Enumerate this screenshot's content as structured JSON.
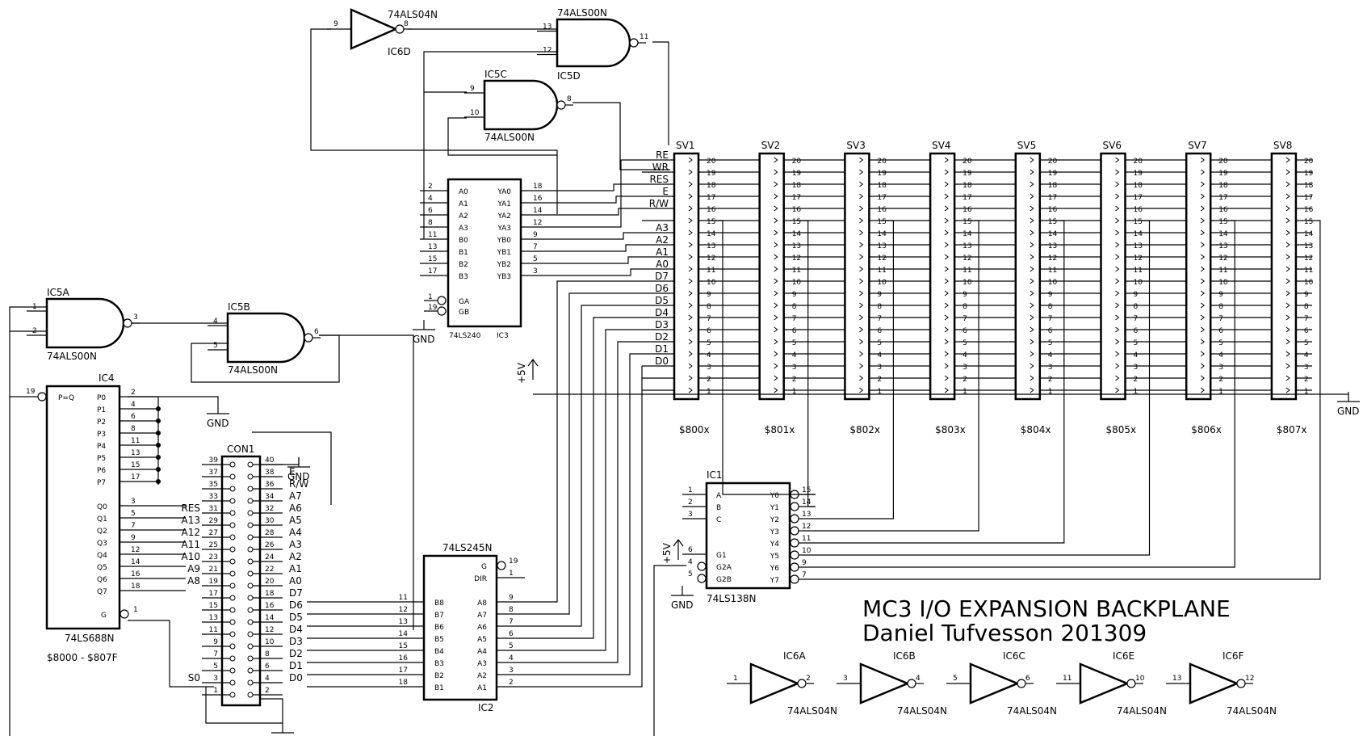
{
  "title": {
    "line1": "MC3 I/O EXPANSION BACKPLANE",
    "line2": "Daniel Tufvesson 201309"
  },
  "gates": {
    "ic6d": {
      "name": "IC6D",
      "part": "74ALS04N",
      "in": "9",
      "out": "8"
    },
    "ic5d": {
      "name": "IC5D",
      "part": "74ALS00N",
      "in1": "13",
      "in2": "12",
      "out": "11"
    },
    "ic5c": {
      "name": "IC5C",
      "part": "74ALS00N",
      "in1": "9",
      "in2": "10",
      "out": "8"
    },
    "ic5a": {
      "name": "IC5A",
      "part": "74ALS00N",
      "in1": "1",
      "in2": "2",
      "out": "3"
    },
    "ic5b": {
      "name": "IC5B",
      "part": "74ALS00N",
      "in1": "4",
      "in2": "5",
      "out": "6"
    },
    "spares": [
      {
        "name": "IC6A",
        "part": "74ALS04N",
        "in": "1",
        "out": "2"
      },
      {
        "name": "IC6B",
        "part": "74ALS04N",
        "in": "3",
        "out": "4"
      },
      {
        "name": "IC6C",
        "part": "74ALS04N",
        "in": "5",
        "out": "6"
      },
      {
        "name": "IC6E",
        "part": "74ALS04N",
        "in": "11",
        "out": "10"
      },
      {
        "name": "IC6F",
        "part": "74ALS04N",
        "in": "13",
        "out": "12"
      }
    ]
  },
  "ic3": {
    "part": "74LS240",
    "name": "IC3",
    "left": [
      {
        "pin": "2",
        "sig": "A0"
      },
      {
        "pin": "4",
        "sig": "A1"
      },
      {
        "pin": "6",
        "sig": "A2"
      },
      {
        "pin": "8",
        "sig": "A3"
      },
      {
        "pin": "11",
        "sig": "B0"
      },
      {
        "pin": "13",
        "sig": "B1"
      },
      {
        "pin": "15",
        "sig": "B2"
      },
      {
        "pin": "17",
        "sig": "B3"
      }
    ],
    "right": [
      {
        "pin": "18",
        "sig": "YA0"
      },
      {
        "pin": "16",
        "sig": "YA1"
      },
      {
        "pin": "14",
        "sig": "YA2"
      },
      {
        "pin": "12",
        "sig": "YA3"
      },
      {
        "pin": "9",
        "sig": "YB0"
      },
      {
        "pin": "7",
        "sig": "YB1"
      },
      {
        "pin": "5",
        "sig": "YB2"
      },
      {
        "pin": "3",
        "sig": "YB3"
      }
    ],
    "enables": [
      {
        "pin": "1",
        "sig": "GA"
      },
      {
        "pin": "19",
        "sig": "GB"
      }
    ]
  },
  "ic4": {
    "name": "IC4",
    "part": "74LS688N",
    "eq": "P=Q",
    "g": "G",
    "eq_pin": "19",
    "g_pin": "1",
    "p": [
      {
        "pin": "2",
        "sig": "P0"
      },
      {
        "pin": "4",
        "sig": "P1"
      },
      {
        "pin": "6",
        "sig": "P2"
      },
      {
        "pin": "8",
        "sig": "P3"
      },
      {
        "pin": "11",
        "sig": "P4"
      },
      {
        "pin": "13",
        "sig": "P5"
      },
      {
        "pin": "15",
        "sig": "P6"
      },
      {
        "pin": "17",
        "sig": "P7"
      }
    ],
    "q": [
      {
        "pin": "3",
        "sig": "Q0"
      },
      {
        "pin": "5",
        "sig": "Q1"
      },
      {
        "pin": "7",
        "sig": "Q2"
      },
      {
        "pin": "9",
        "sig": "Q3"
      },
      {
        "pin": "12",
        "sig": "Q4"
      },
      {
        "pin": "14",
        "sig": "Q5"
      },
      {
        "pin": "16",
        "sig": "Q6"
      },
      {
        "pin": "18",
        "sig": "Q7"
      }
    ],
    "range": "$8000 - $807F"
  },
  "con1": {
    "name": "CON1",
    "left_pins": [
      "39",
      "37",
      "35",
      "33",
      "31",
      "29",
      "27",
      "25",
      "23",
      "21",
      "19",
      "17",
      "15",
      "13",
      "11",
      "9",
      "7",
      "5",
      "3",
      "1"
    ],
    "right_pins": [
      "40",
      "38",
      "36",
      "34",
      "32",
      "30",
      "28",
      "26",
      "24",
      "22",
      "20",
      "18",
      "16",
      "14",
      "12",
      "10",
      "8",
      "6",
      "4",
      "2"
    ],
    "left_sigs": [
      "",
      "",
      "",
      "",
      "RES",
      "A13",
      "A12",
      "A11",
      "A10",
      "A9",
      "A8",
      "",
      "",
      "",
      "",
      "",
      "",
      "",
      "S0",
      ""
    ],
    "right_sigs": [
      "",
      "E",
      "R/W",
      "A7",
      "A6",
      "A5",
      "A4",
      "A3",
      "A2",
      "A1",
      "A0",
      "D7",
      "D6",
      "D5",
      "D4",
      "D3",
      "D2",
      "D1",
      "D0",
      ""
    ]
  },
  "ic2": {
    "part": "74LS245N",
    "name": "IC2",
    "g": "G",
    "dir": "DIR",
    "g_pin": "19",
    "dir_pin": "1",
    "b": [
      {
        "pin": "11",
        "sig": "B8"
      },
      {
        "pin": "12",
        "sig": "B7"
      },
      {
        "pin": "13",
        "sig": "B6"
      },
      {
        "pin": "14",
        "sig": "B5"
      },
      {
        "pin": "15",
        "sig": "B4"
      },
      {
        "pin": "16",
        "sig": "B3"
      },
      {
        "pin": "17",
        "sig": "B2"
      },
      {
        "pin": "18",
        "sig": "B1"
      }
    ],
    "a": [
      {
        "pin": "9",
        "sig": "A8"
      },
      {
        "pin": "8",
        "sig": "A7"
      },
      {
        "pin": "7",
        "sig": "A6"
      },
      {
        "pin": "6",
        "sig": "A5"
      },
      {
        "pin": "5",
        "sig": "A4"
      },
      {
        "pin": "4",
        "sig": "A3"
      },
      {
        "pin": "3",
        "sig": "A2"
      },
      {
        "pin": "2",
        "sig": "A1"
      }
    ]
  },
  "ic1": {
    "name": "IC1",
    "part": "74LS138N",
    "inputs": [
      {
        "pin": "1",
        "sig": "A"
      },
      {
        "pin": "2",
        "sig": "B"
      },
      {
        "pin": "3",
        "sig": "C"
      }
    ],
    "enables": [
      {
        "pin": "6",
        "sig": "G1"
      },
      {
        "pin": "4",
        "sig": "G2A"
      },
      {
        "pin": "5",
        "sig": "G2B"
      }
    ],
    "outputs": [
      {
        "pin": "15",
        "sig": "Y0"
      },
      {
        "pin": "14",
        "sig": "Y1"
      },
      {
        "pin": "13",
        "sig": "Y2"
      },
      {
        "pin": "12",
        "sig": "Y3"
      },
      {
        "pin": "11",
        "sig": "Y4"
      },
      {
        "pin": "10",
        "sig": "Y5"
      },
      {
        "pin": "9",
        "sig": "Y6"
      },
      {
        "pin": "7",
        "sig": "Y7"
      }
    ]
  },
  "bus_labels": [
    "RE",
    "WR",
    "RES",
    "E",
    "R/W",
    "",
    "A3",
    "A2",
    "A1",
    "A0",
    "D7",
    "D6",
    "D5",
    "D4",
    "D3",
    "D2",
    "D1",
    "D0",
    "",
    ""
  ],
  "slots": [
    {
      "name": "SV1",
      "addr": "$800x"
    },
    {
      "name": "SV2",
      "addr": "$801x"
    },
    {
      "name": "SV3",
      "addr": "$802x"
    },
    {
      "name": "SV4",
      "addr": "$803x"
    },
    {
      "name": "SV5",
      "addr": "$804x"
    },
    {
      "name": "SV6",
      "addr": "$805x"
    },
    {
      "name": "SV7",
      "addr": "$806x"
    },
    {
      "name": "SV8",
      "addr": "$807x"
    }
  ],
  "slot_pins": [
    "20",
    "19",
    "18",
    "17",
    "16",
    "15",
    "14",
    "13",
    "12",
    "11",
    "10",
    "9",
    "8",
    "7",
    "6",
    "5",
    "4",
    "3",
    "2",
    "1"
  ],
  "power": {
    "gnd": "GND",
    "vcc": "+5V"
  }
}
